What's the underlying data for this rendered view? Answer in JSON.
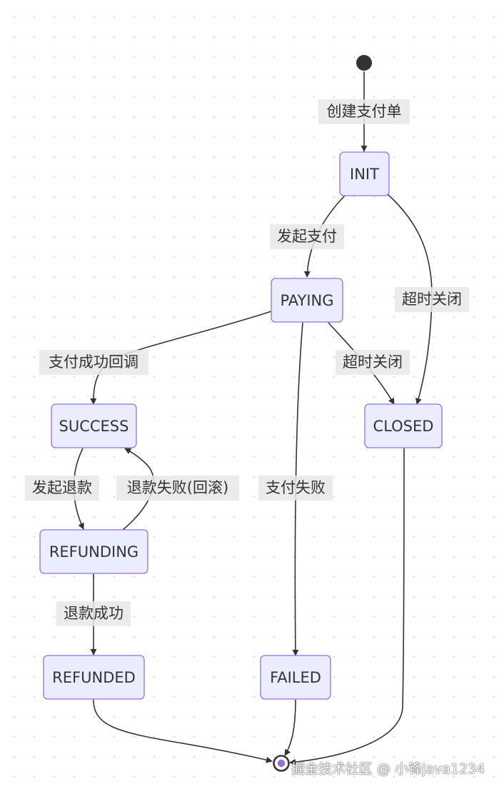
{
  "diagram": {
    "states": {
      "init": "INIT",
      "paying": "PAYING",
      "success": "SUCCESS",
      "closed": "CLOSED",
      "refunding": "REFUNDING",
      "refunded": "REFUNDED",
      "failed": "FAILED"
    },
    "transitions": {
      "create": "创建支付单",
      "start_pay": "发起支付",
      "timeout_init": "超时关闭",
      "pay_callback": "支付成功回调",
      "timeout_paying": "超时关闭",
      "start_refund": "发起退款",
      "refund_fail": "退款失败(回滚)",
      "pay_fail": "支付失败",
      "refund_success": "退款成功"
    }
  },
  "watermark": "掘金技术社区 @ 小锋java1234"
}
